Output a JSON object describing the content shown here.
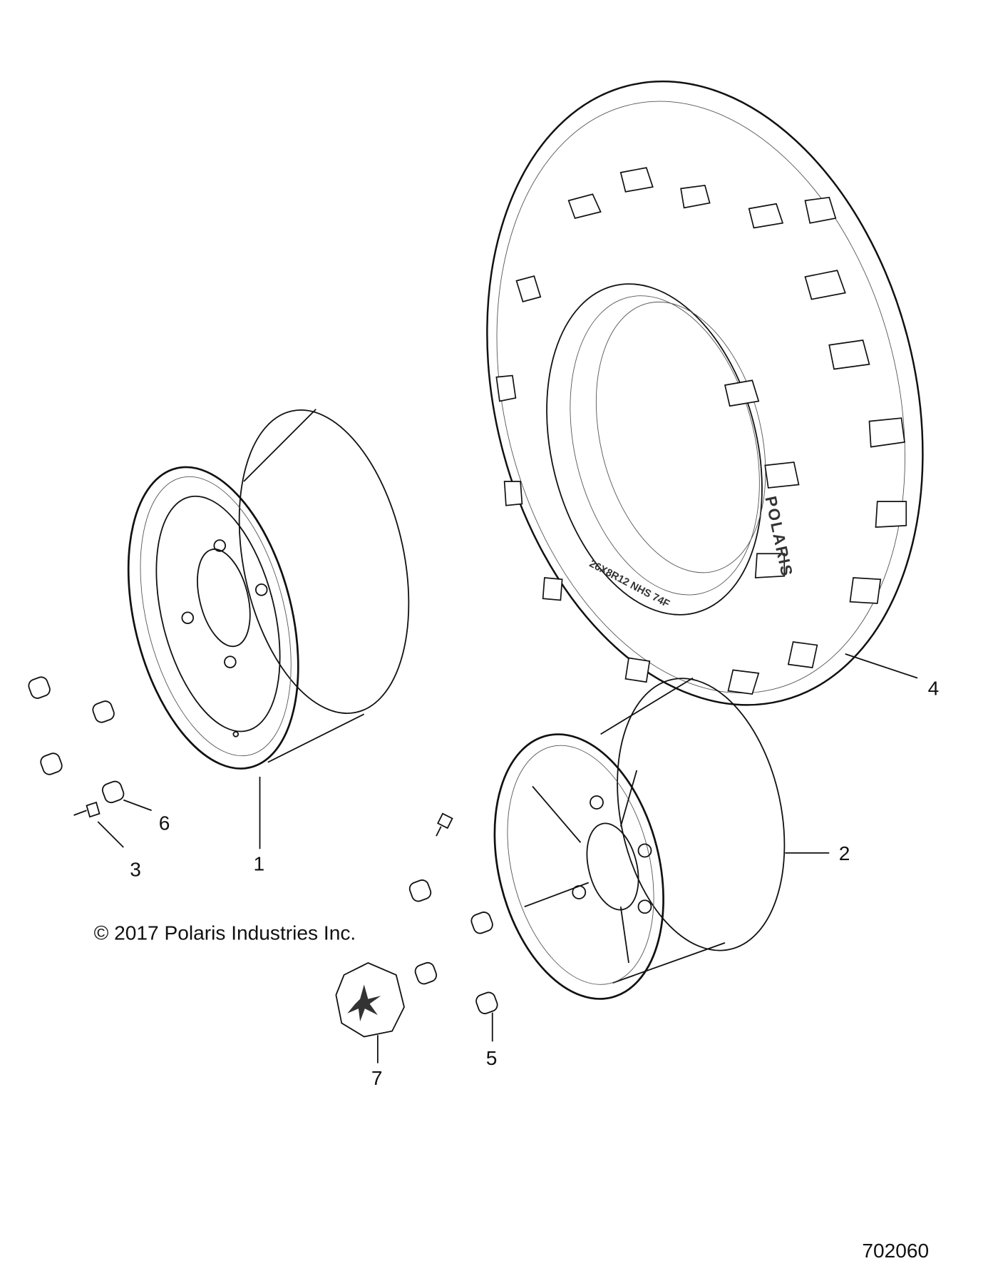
{
  "copyright": "© 2017 Polaris Industries Inc.",
  "diagram_number": "702060",
  "tire_sidewall": {
    "brand": "POLARIS",
    "size": "26X8R12 NHS 74F"
  },
  "callouts": [
    {
      "number": "1",
      "part": "wheel-front"
    },
    {
      "number": "2",
      "part": "wheel-rear"
    },
    {
      "number": "3",
      "part": "valve-stem"
    },
    {
      "number": "4",
      "part": "tire"
    },
    {
      "number": "5",
      "part": "lug-nut-rear"
    },
    {
      "number": "6",
      "part": "lug-nut-front"
    },
    {
      "number": "7",
      "part": "hub-cap"
    }
  ]
}
